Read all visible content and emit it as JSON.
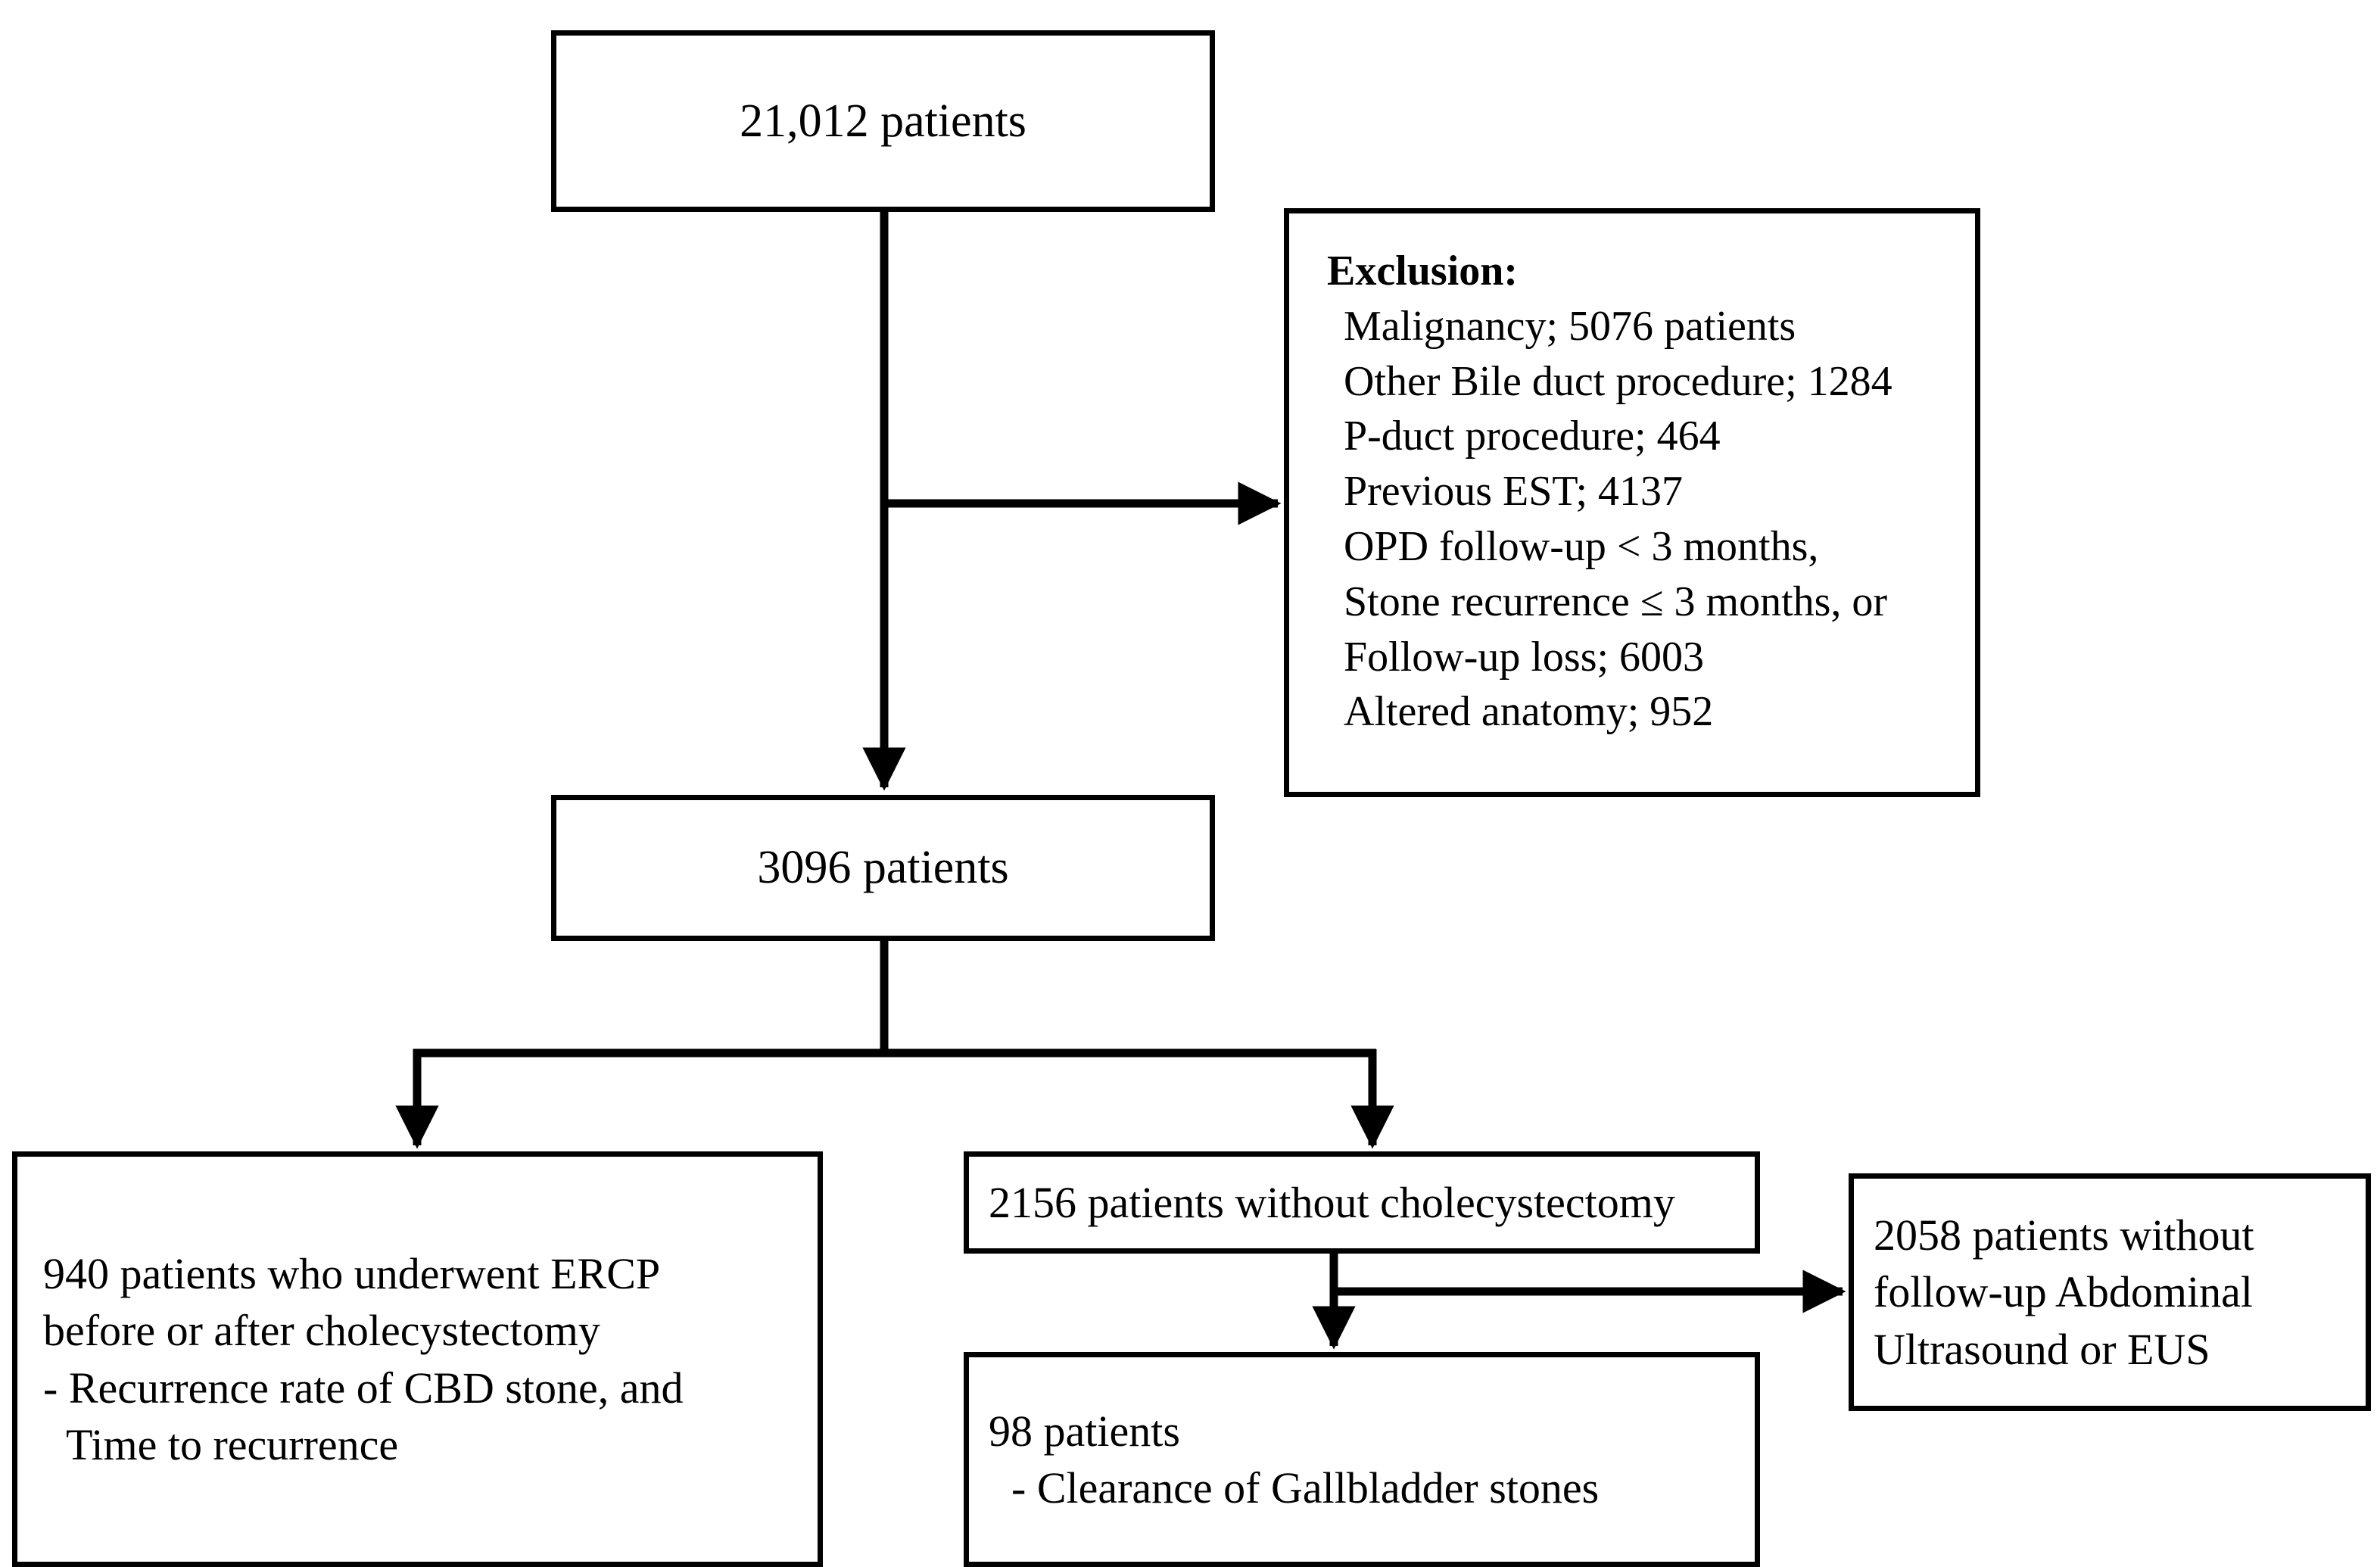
{
  "diagram": {
    "type": "flowchart",
    "title_visible": false,
    "colors": {
      "line": "#000000",
      "box_border": "#000000",
      "background": "#ffffff",
      "text": "#000000"
    },
    "nodes": {
      "total": {
        "label": "21,012 patients",
        "count": 21012
      },
      "exclusion": {
        "heading": "Exclusion:",
        "items": [
          "Malignancy; 5076 patients",
          "Other Bile duct procedure; 1284",
          "P-duct procedure; 464",
          "Previous EST; 4137",
          "OPD follow-up < 3 months,",
          "Stone recurrence ≤ 3 months, or",
          "Follow-up loss; 6003",
          "Altered anatomy; 952"
        ]
      },
      "eligible": {
        "label": "3096 patients",
        "count": 3096
      },
      "ercp": {
        "line1": "940 patients who underwent ERCP",
        "line2": "before or after cholecystectomy",
        "line3": "- Recurrence rate of CBD stone, and",
        "line4": "Time to recurrence",
        "count": 940
      },
      "no_cholecystectomy": {
        "label": "2156 patients without cholecystectomy",
        "count": 2156
      },
      "clearance": {
        "line1": "98 patients",
        "line2": "- Clearance of Gallbladder stones",
        "count": 98
      },
      "no_followup": {
        "line1": "2058 patients without",
        "line2": "follow-up Abdominal",
        "line3": "Ultrasound or EUS",
        "count": 2058
      }
    },
    "edges": [
      {
        "from": "total",
        "to": "exclusion",
        "style": "elbow-right-arrow"
      },
      {
        "from": "total",
        "to": "eligible",
        "style": "straight-down-arrow"
      },
      {
        "from": "eligible",
        "to": "ercp",
        "style": "split-down-arrow"
      },
      {
        "from": "eligible",
        "to": "no_cholecystectomy",
        "style": "split-down-arrow"
      },
      {
        "from": "no_cholecystectomy",
        "to": "clearance",
        "style": "straight-down-arrow"
      },
      {
        "from": "no_cholecystectomy",
        "to": "no_followup",
        "style": "elbow-right-arrow"
      }
    ]
  }
}
